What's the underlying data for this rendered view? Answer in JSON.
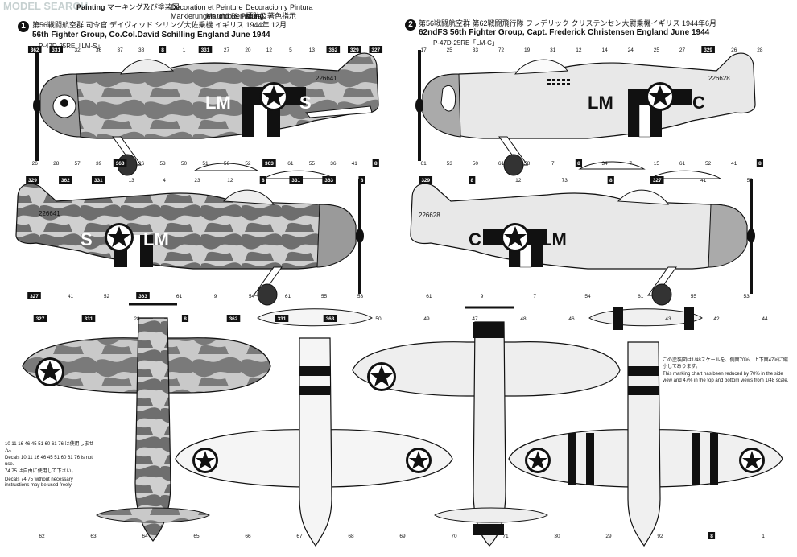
{
  "header": {
    "watermark": "MODEL SEARCH",
    "title_fragment": "Painting",
    "title_jp": "マーキング及び塗装図",
    "col_de_1": "Decoration et Peinture",
    "col_de_2": "Markierungen und Bemalung",
    "col_es_1": "Decoracion y Pintura",
    "col_it": "Marchio & Pittura",
    "col_cn": "標貼及著色指示"
  },
  "scheme1": {
    "number": "1",
    "jp": "第56戦闘航空群 司令官 デイヴィッド シリング大佐乗機 イギリス 1944年 12月",
    "en": "56th Fighter Group, Co.Col.David Schilling England June 1944",
    "model": "P-47D-25RE「LM-S」",
    "code_left": "LM",
    "code_right": "S",
    "serial": "226641"
  },
  "scheme2": {
    "number": "2",
    "jp": "第56戦闘航空群 第62戦闘飛行隊 フレデリック クリステンセン大尉乗機イギリス 1944年6月",
    "en": "62ndFS 56th Fighter Group, Capt. Frederick Christensen England June 1944",
    "model": "P-47D-25RE「LM-C」",
    "code_left": "LM",
    "code_right": "C",
    "serial": "226628"
  },
  "notes": {
    "decals_jp": "10 11 16 46 45 51 60 61 76 は使用しません。",
    "decals_en": "Decals 10 11 16 46 45 51 60 61 76 is not use.",
    "decals_jp2": "74 75 は自由に使用して下さい。",
    "decals_en2": "Decals 74 75 without necessary instructions may be used freely",
    "scale_jp": "この塗装図は1/48スケールを、側面70%、上下面47%に縮小してあります。",
    "scale_en": "This marking chart has been reduced by 70% in the side view and 47% in the top and bottom views from 1/48 scale."
  },
  "callouts": {
    "side1": [
      "362",
      "331",
      "32",
      "36",
      "37",
      "38",
      "8",
      "1",
      "331",
      "27",
      "20",
      "12",
      "5",
      "13",
      "362",
      "329",
      "327",
      "26",
      "28",
      "57",
      "39",
      "363",
      "26",
      "53",
      "50",
      "51",
      "56",
      "52",
      "363",
      "61",
      "55",
      "36",
      "41",
      "8"
    ],
    "side2": [
      "17",
      "25",
      "33",
      "72",
      "19",
      "31",
      "12",
      "14",
      "24",
      "25",
      "27",
      "329",
      "26",
      "28",
      "61",
      "53",
      "50",
      "61",
      "58",
      "7",
      "8",
      "34",
      "7",
      "15",
      "61",
      "52",
      "41",
      "8"
    ],
    "side3": [
      "329",
      "362",
      "331",
      "13",
      "4",
      "23",
      "12",
      "8",
      "331",
      "363",
      "8",
      "327",
      "41",
      "52",
      "363",
      "61",
      "9",
      "54",
      "61",
      "55",
      "53"
    ],
    "side4": [
      "329",
      "8",
      "12",
      "73",
      "8",
      "327",
      "41",
      "52",
      "61",
      "9",
      "7",
      "54",
      "61",
      "55",
      "53"
    ],
    "plan": [
      "327",
      "331",
      "28",
      "8",
      "362",
      "331",
      "363",
      "50",
      "49",
      "47",
      "48",
      "46",
      "44",
      "43",
      "42",
      "44",
      "62",
      "63",
      "64",
      "65",
      "66",
      "67",
      "68",
      "69",
      "70",
      "71",
      "30",
      "29",
      "92",
      "8",
      "1"
    ]
  }
}
